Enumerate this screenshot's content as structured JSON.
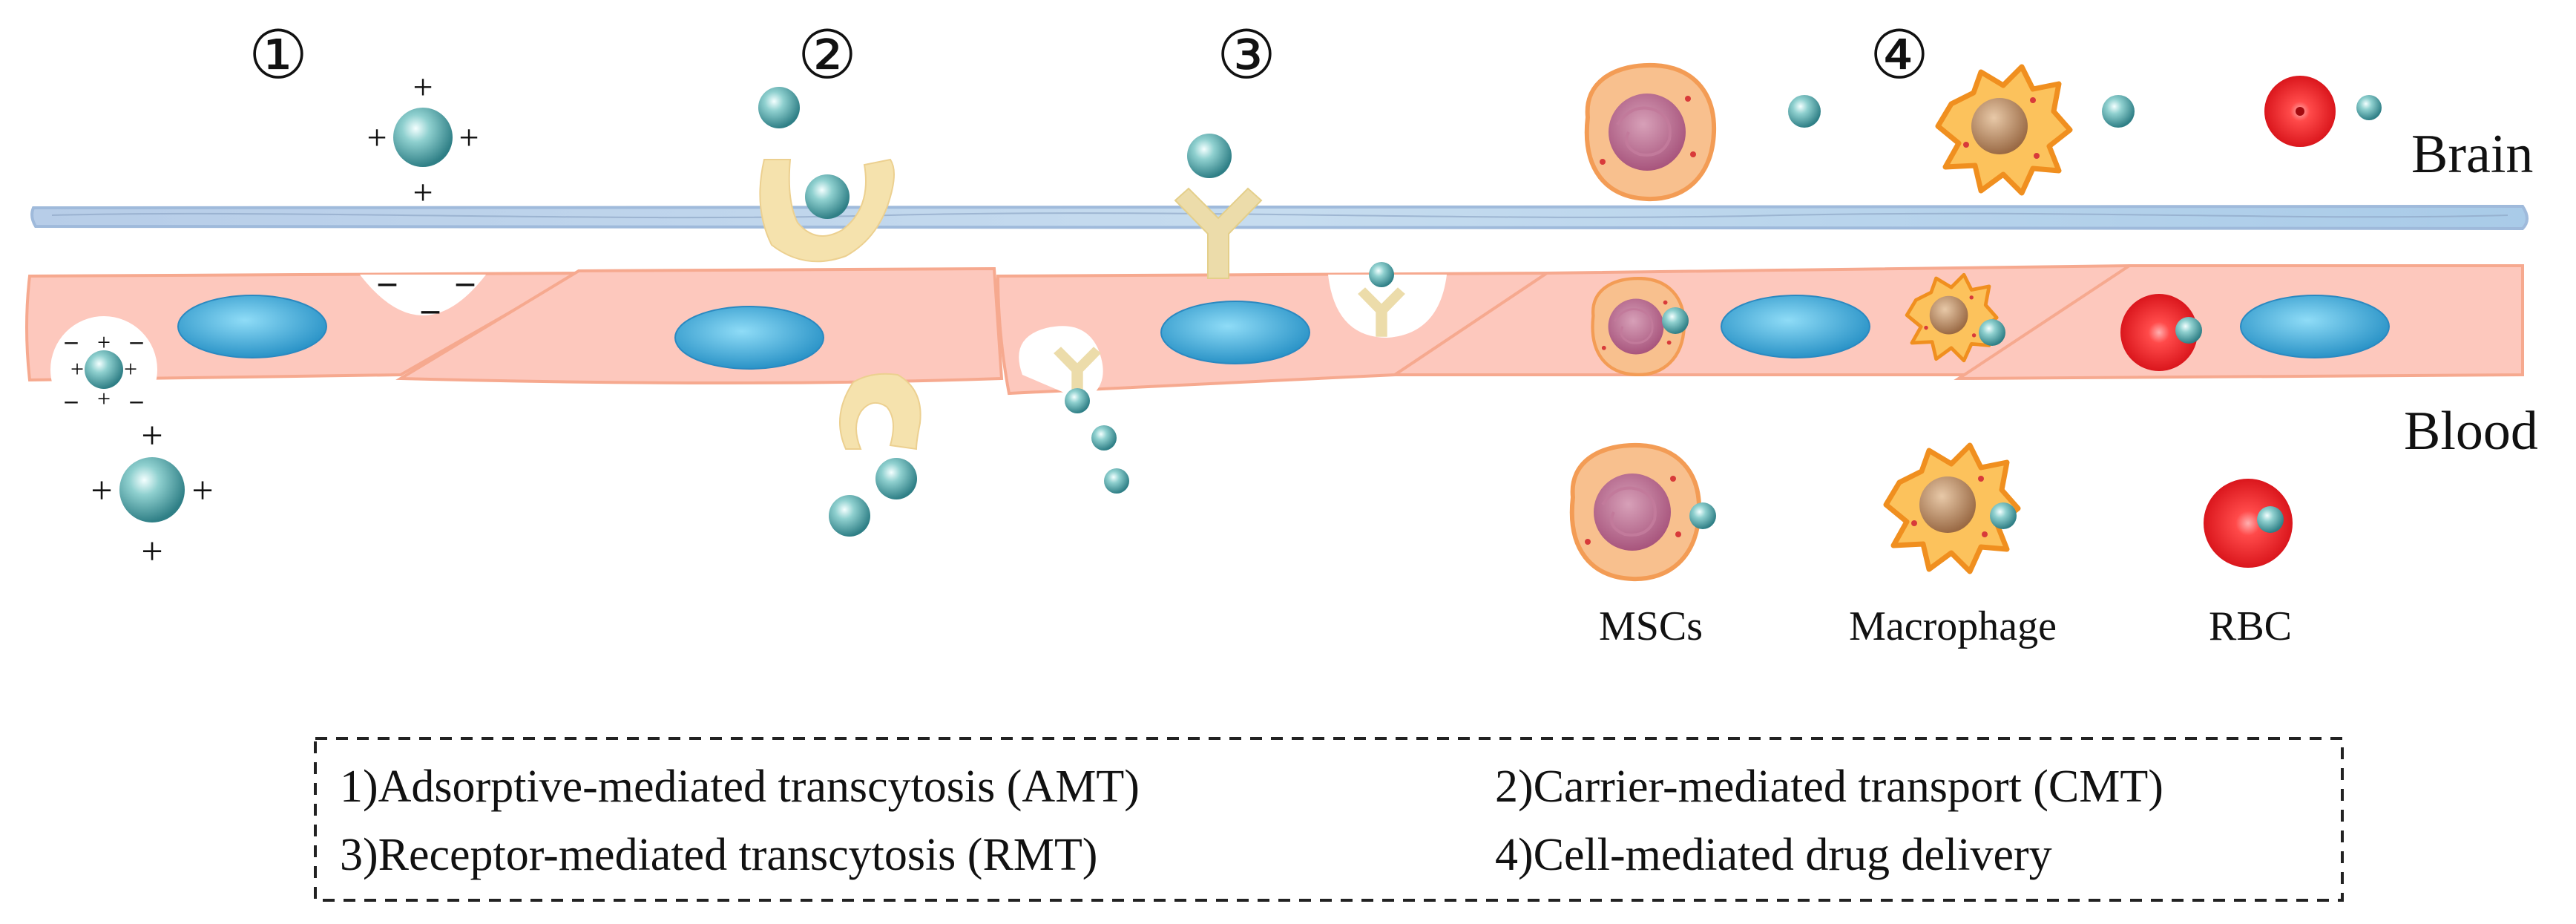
{
  "step_markers": [
    "①",
    "②",
    "③",
    "④"
  ],
  "regions": {
    "top": "Brain",
    "bottom": "Blood"
  },
  "cell_types": [
    "MSCs",
    "Macrophage",
    "RBC"
  ],
  "legend": [
    "1)Adsorptive-mediated transcytosis (AMT)",
    "2)Carrier-mediated transport (CMT)",
    "3)Receptor-mediated transcytosis (RMT)",
    "4)Cell-mediated drug delivery"
  ],
  "colors": {
    "endothelium": "#fdc8bd",
    "endothelium_edge": "#f6a98f",
    "nucleus": "#4ab4e0",
    "basement_membrane": "#b9d3ec",
    "nanoparticle": "#3f9c9a",
    "carrier": "#f3dd9e",
    "receptor": "#d9dcc0",
    "msc": "#f6b37d",
    "macrophage": "#f7a53b",
    "rbc": "#e01822"
  }
}
